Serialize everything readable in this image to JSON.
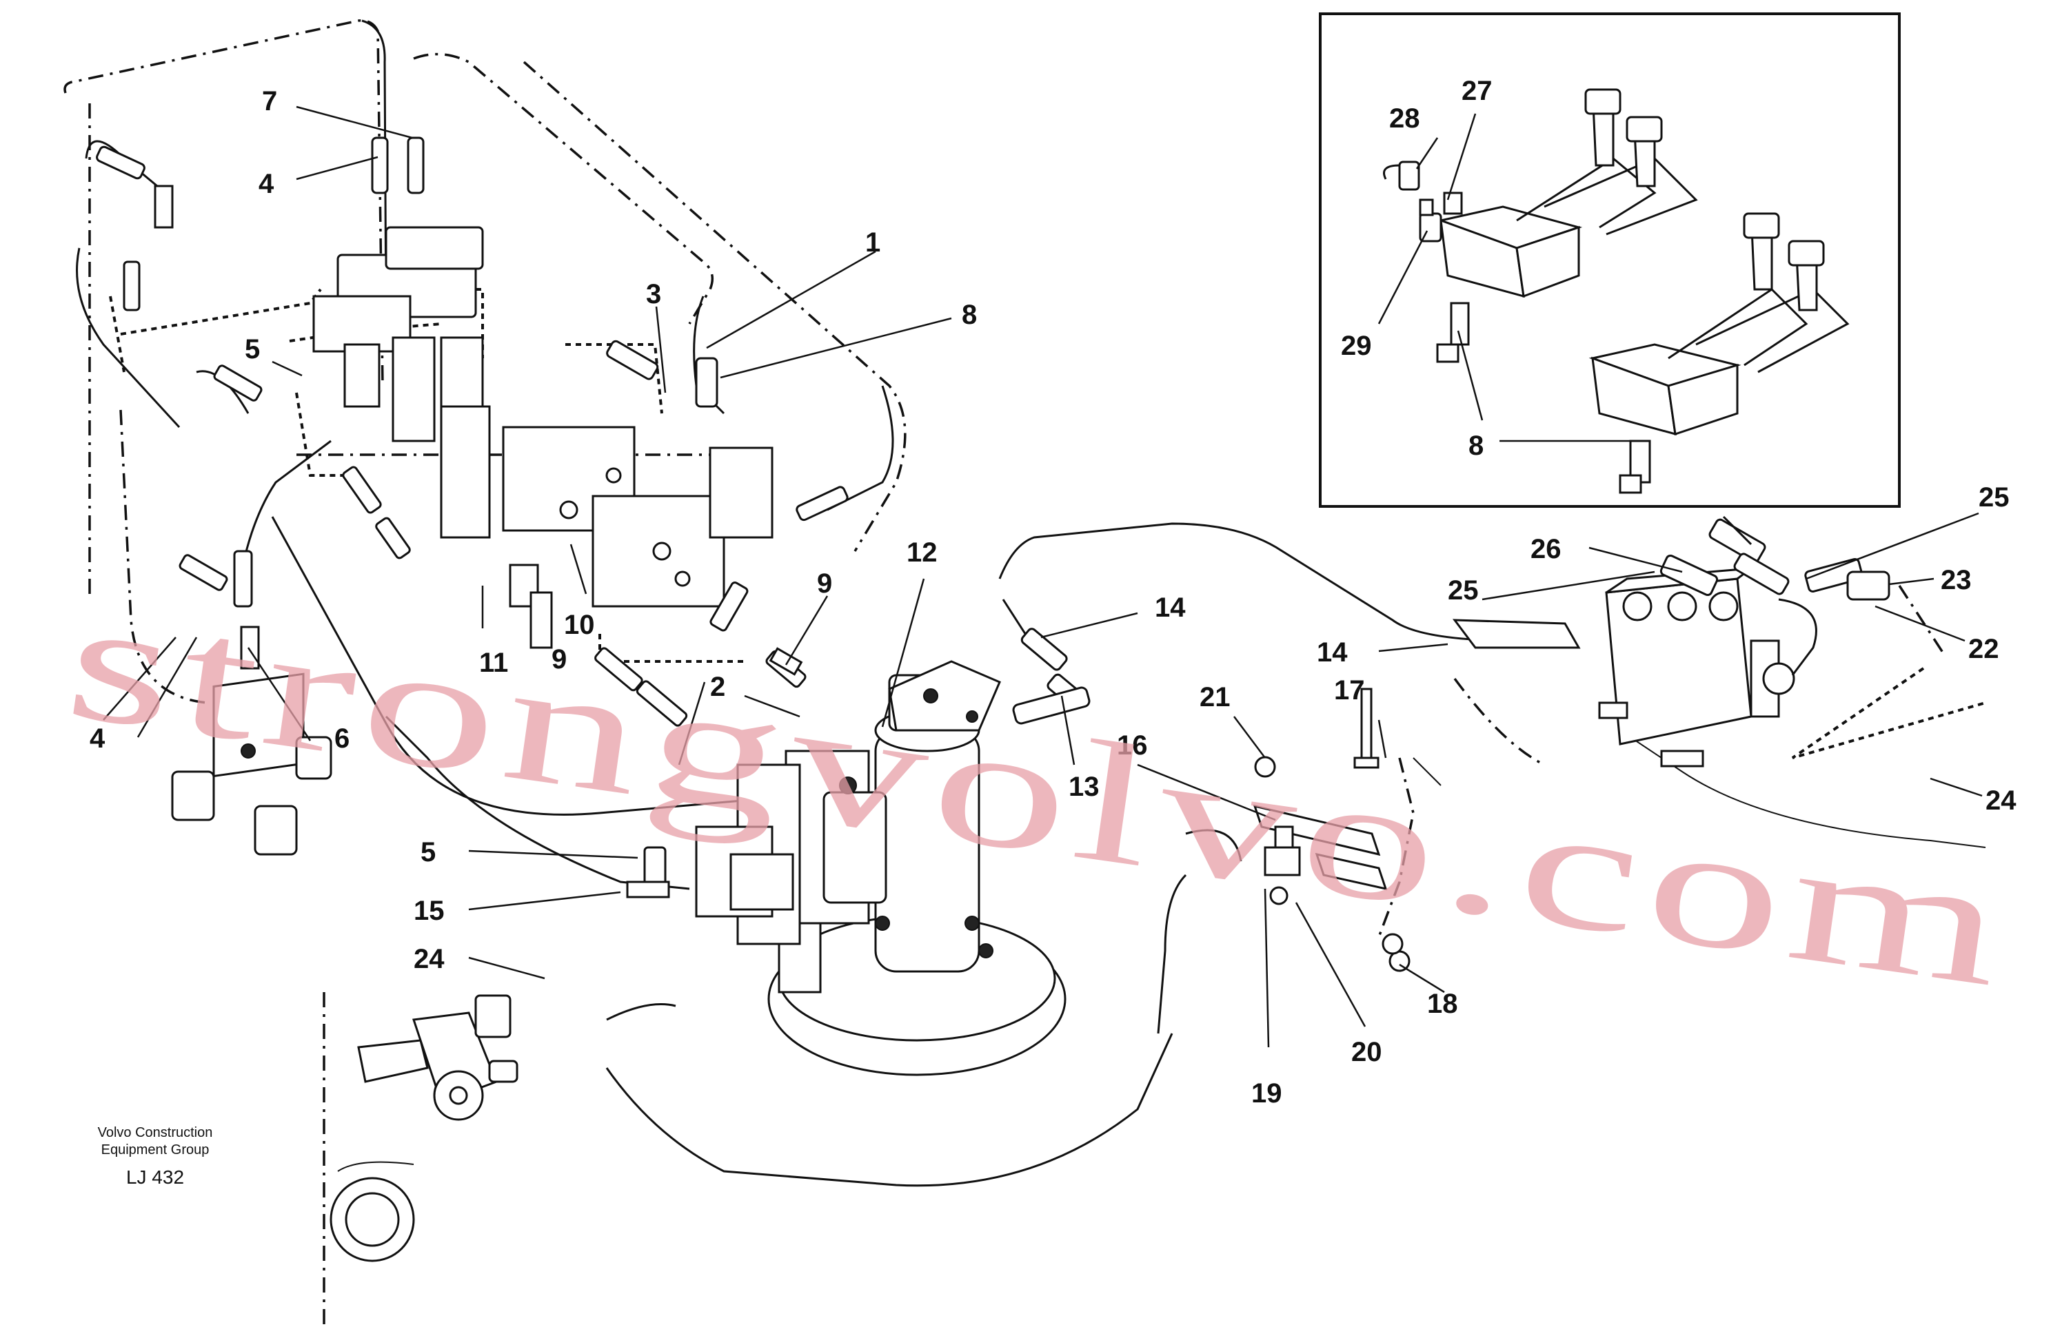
{
  "diagram": {
    "callouts": [
      {
        "id": "c7",
        "label": "7"
      },
      {
        "id": "c4a",
        "label": "4"
      },
      {
        "id": "c5a",
        "label": "5"
      },
      {
        "id": "c1",
        "label": "1"
      },
      {
        "id": "c3",
        "label": "3"
      },
      {
        "id": "c8a",
        "label": "8"
      },
      {
        "id": "c9a",
        "label": "9"
      },
      {
        "id": "c12",
        "label": "12"
      },
      {
        "id": "c10",
        "label": "10"
      },
      {
        "id": "c11",
        "label": "11"
      },
      {
        "id": "c9b",
        "label": "9"
      },
      {
        "id": "c2",
        "label": "2"
      },
      {
        "id": "c4b",
        "label": "4"
      },
      {
        "id": "c6",
        "label": "6"
      },
      {
        "id": "c5b",
        "label": "5"
      },
      {
        "id": "c15",
        "label": "15"
      },
      {
        "id": "c24a",
        "label": "24"
      },
      {
        "id": "c14a",
        "label": "14"
      },
      {
        "id": "c13",
        "label": "13"
      },
      {
        "id": "c14b",
        "label": "14"
      },
      {
        "id": "c21",
        "label": "21"
      },
      {
        "id": "c17",
        "label": "17"
      },
      {
        "id": "c16",
        "label": "16"
      },
      {
        "id": "c18",
        "label": "18"
      },
      {
        "id": "c19",
        "label": "19"
      },
      {
        "id": "c20",
        "label": "20"
      },
      {
        "id": "c25a",
        "label": "25"
      },
      {
        "id": "c26",
        "label": "26"
      },
      {
        "id": "c25b",
        "label": "25"
      },
      {
        "id": "c23",
        "label": "23"
      },
      {
        "id": "c22",
        "label": "22"
      },
      {
        "id": "c24b",
        "label": "24"
      },
      {
        "id": "c28",
        "label": "28"
      },
      {
        "id": "c27",
        "label": "27"
      },
      {
        "id": "c29",
        "label": "29"
      },
      {
        "id": "c8b",
        "label": "8"
      }
    ],
    "caption_line1": "Volvo Construction",
    "caption_line2": "Equipment Group",
    "drawing_code": "LJ 432",
    "watermark": "strongvolvo.com"
  }
}
